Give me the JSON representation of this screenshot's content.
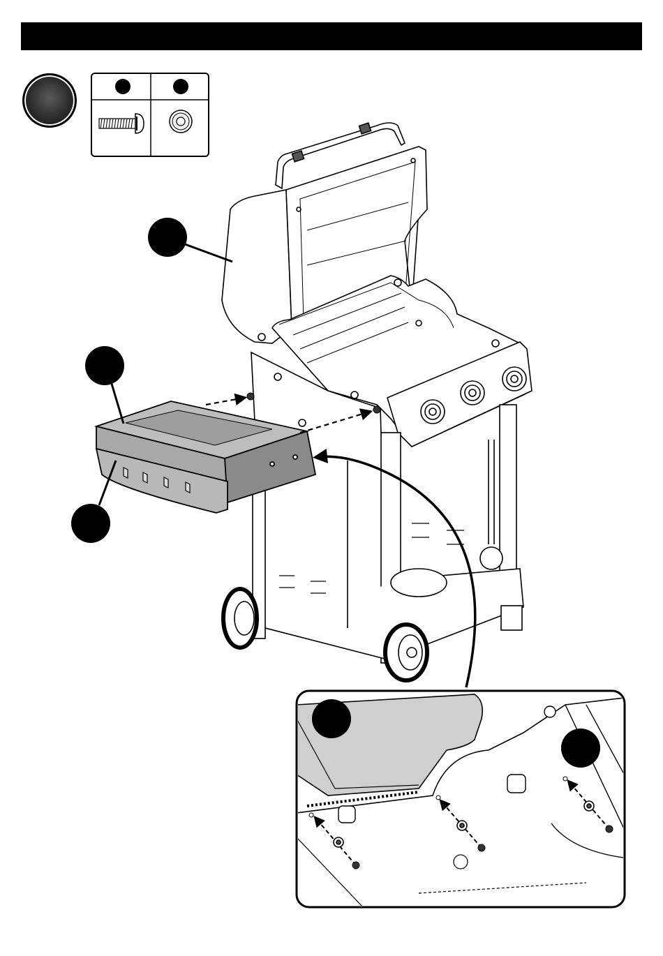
{
  "header": {
    "title": ""
  },
  "step": {
    "number": ""
  },
  "parts": [
    {
      "id": "",
      "name": "bolt-icon"
    },
    {
      "id": "",
      "name": "washer-icon"
    }
  ],
  "callouts": [
    {
      "name": "callout-lid",
      "label": ""
    },
    {
      "name": "callout-side-shelf-top",
      "label": ""
    },
    {
      "name": "callout-side-shelf-bottom",
      "label": ""
    },
    {
      "name": "callout-detail-shelf",
      "label": ""
    },
    {
      "name": "callout-detail-frame",
      "label": ""
    }
  ],
  "colors": {
    "ink": "#000000",
    "shelf_fill": "#bfbfbf",
    "detail_fill": "#d9d9d9"
  }
}
